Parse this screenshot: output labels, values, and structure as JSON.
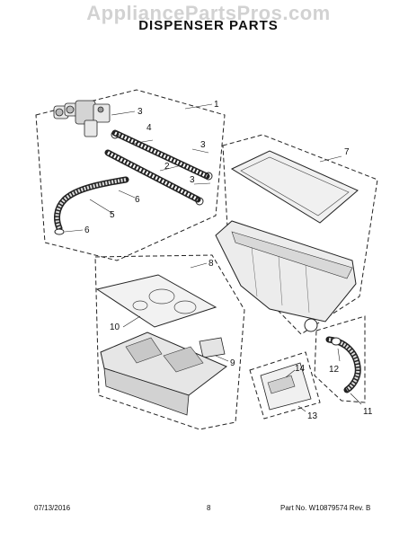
{
  "watermark": "AppliancePartsPros.com",
  "title": "DISPENSER PARTS",
  "callouts": [
    "1",
    "2",
    "3",
    "3",
    "3",
    "4",
    "5",
    "6",
    "6",
    "7",
    "8",
    "9",
    "10",
    "11",
    "12",
    "13",
    "14"
  ],
  "footer": {
    "date": "07/13/2016",
    "page": "8",
    "part_no": "Part No. W10879574 Rev. B"
  }
}
